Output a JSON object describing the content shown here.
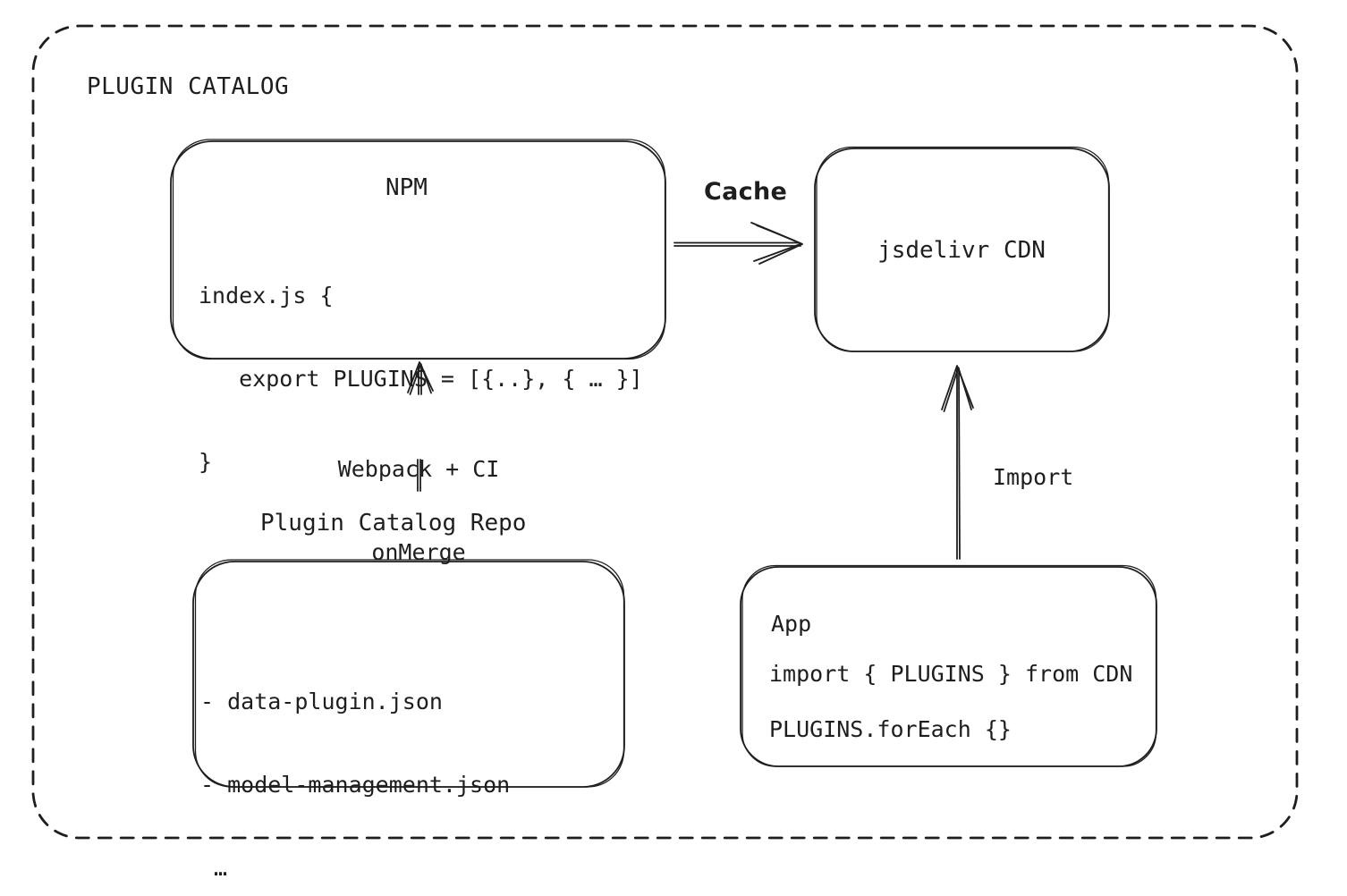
{
  "title": "PLUGIN CATALOG",
  "colors": {
    "ink": "#1e1e1e",
    "background": "#ffffff"
  },
  "nodes": {
    "npm": {
      "title": "NPM",
      "code": [
        "index.js {",
        "   export PLUGINS = [{..}, { … }]",
        "}"
      ]
    },
    "cdn": {
      "title": "jsdelivr CDN"
    },
    "repo": {
      "heading": "Plugin Catalog Repo",
      "files": [
        "- data-plugin.json",
        "- model-management.json",
        " …"
      ]
    },
    "app": {
      "title": "App",
      "code": [
        "import { PLUGINS } from CDN",
        "PLUGINS.forEach {}"
      ]
    }
  },
  "edges": {
    "cache": {
      "label": "Cache"
    },
    "build": {
      "lines": [
        "Webpack + CI",
        "onMerge"
      ]
    },
    "import_edge": {
      "label": "Import"
    }
  }
}
